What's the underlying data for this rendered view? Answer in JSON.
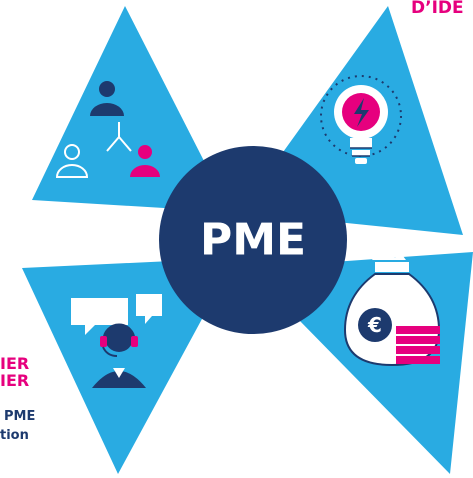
{
  "center": {
    "label": "PME",
    "color": "#1d3a6e"
  },
  "colors": {
    "triangle": "#29abe2",
    "navy": "#1d3a6e",
    "pink": "#e6007e",
    "white": "#ffffff"
  },
  "texts": {
    "top_right_heading": "D’IDE",
    "left_heading_line1": "IER",
    "left_heading_line2": "IER",
    "left_body_line1": "PME",
    "left_body_line2": "tion"
  },
  "icons": [
    "network-people-icon",
    "lightbulb-icon",
    "support-agent-icon",
    "money-bag-icon"
  ]
}
